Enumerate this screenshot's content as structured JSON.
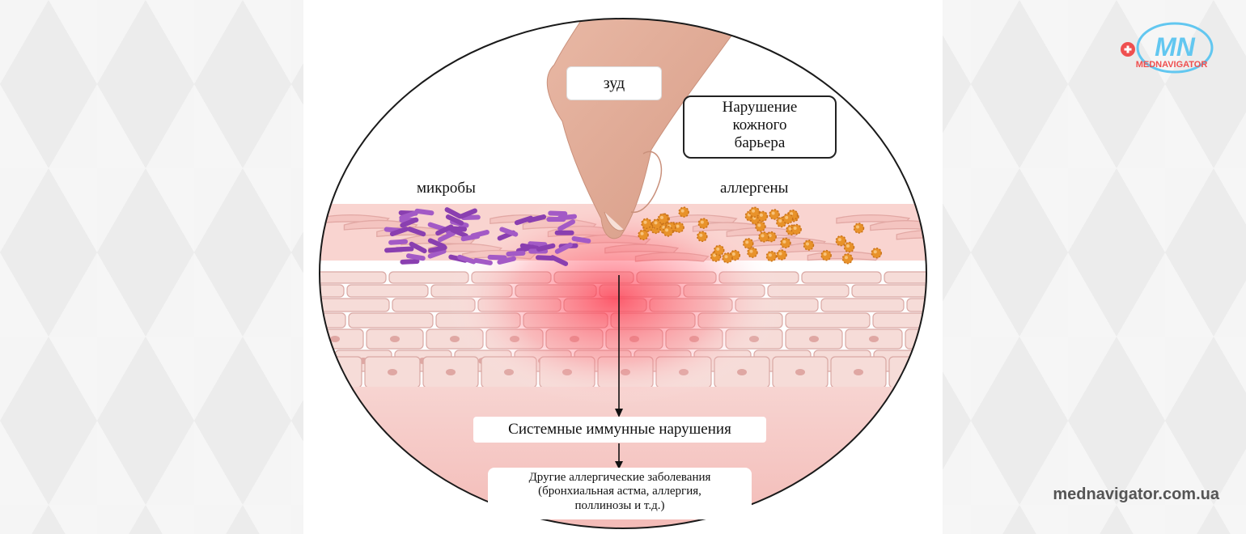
{
  "diagram": {
    "itch_label": "зуд",
    "barrier_lines": [
      "Нарушение",
      "кожного",
      "барьера"
    ],
    "microbes_label": "микробы",
    "allergens_label": "аллергены",
    "systemic_label": "Системные иммунные нарушения",
    "other_lines": [
      "Другие аллергические заболевания",
      "(бронхиальная астма, аллергия,",
      "поллинозы и т.д.)"
    ]
  },
  "branding": {
    "logo_text": "MN",
    "logo_subtext": "MEDNAVIGATOR",
    "site_url": "mednavigator.com.ua"
  },
  "colors": {
    "skin": "#f2c9c3",
    "inflammation": "#ff4d5e",
    "microbes": "#8a3fb0",
    "allergens": "#e8922a",
    "logo_blue": "#62c7f0",
    "logo_red": "#ef4f4f"
  }
}
